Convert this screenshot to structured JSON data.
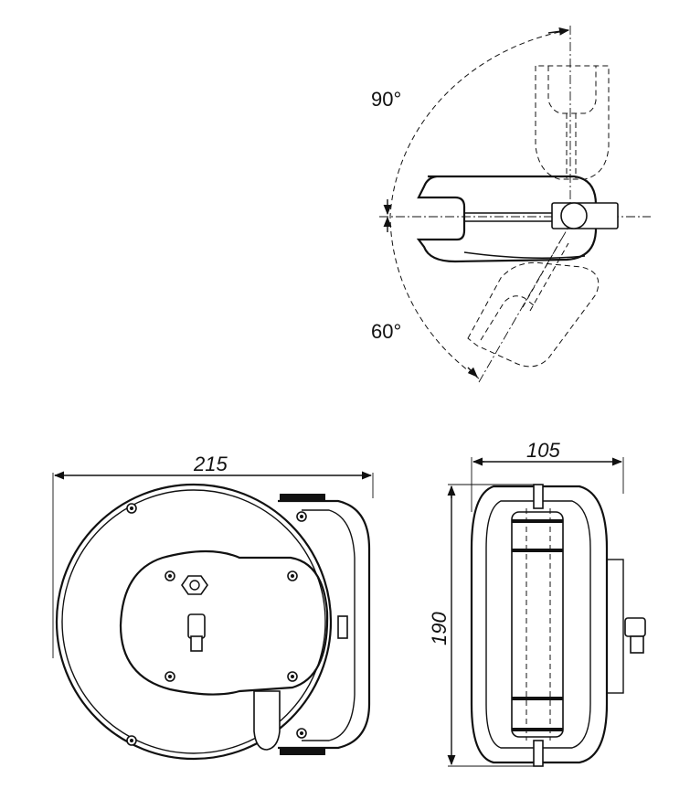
{
  "angles": {
    "upper": "90°",
    "lower": "60°"
  },
  "dimensions": {
    "front_width": "215",
    "side_width": "105",
    "side_height": "190"
  }
}
